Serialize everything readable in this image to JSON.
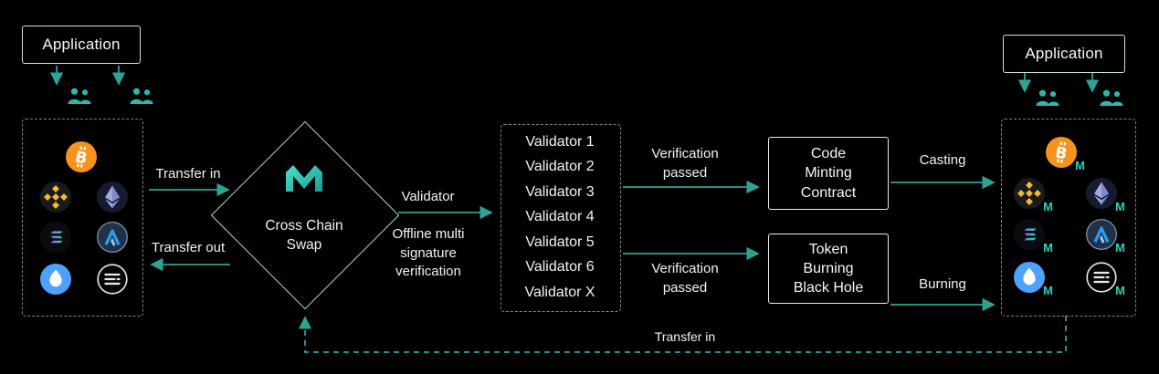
{
  "title": "Cross-chain swap flow diagram",
  "colors": {
    "background": "#000000",
    "teal_arrow": "#2da396",
    "dashed_border": "#5f958e",
    "app_border": "#c6e7e2",
    "contract_border": "#e4f1ef",
    "diamond_border": "#a9dcd5",
    "text": "#f0f5f4",
    "people_teal": "#2cb9ac",
    "m_teal": "#32cdbd",
    "bitcoin_orange": "#f7931a",
    "bnb_yellow": "#f3ba2f",
    "sui_blue": "#4da2ff",
    "arbitrum_blue": "#28a0f0"
  },
  "left_panel": {
    "application_label": "Application",
    "token_icons": [
      "bitcoin",
      "bnb",
      "ethereum",
      "solana",
      "arbitrum",
      "sui",
      "striped-token"
    ]
  },
  "center": {
    "swap_title": "Cross Chain\nSwap",
    "logo": "m-logo"
  },
  "labels": {
    "transfer_in": "Transfer in",
    "transfer_out": "Transfer out",
    "validator": "Validator",
    "offline_multi": "Offline multi\nsignature\nverification",
    "verification_passed_top": "Verification\npassed",
    "verification_passed_bottom": "Verification\npassed",
    "casting": "Casting",
    "burning": "Burning",
    "transfer_in_bottom": "Transfer in"
  },
  "validators": {
    "items": [
      "Validator 1",
      "Validator 2",
      "Validator 3",
      "Validator 4",
      "Validator 5",
      "Validator 6",
      "Validator X"
    ]
  },
  "contracts": {
    "minting": "Code\nMinting\nContract",
    "burning": "Token\nBurning\nBlack Hole"
  },
  "right_panel": {
    "application_label": "Application",
    "m_badge": "M",
    "token_icons": [
      "bitcoin-m",
      "bnb-m",
      "ethereum-m",
      "solana-m",
      "arbitrum-m",
      "sui-m",
      "striped-token-m"
    ]
  }
}
